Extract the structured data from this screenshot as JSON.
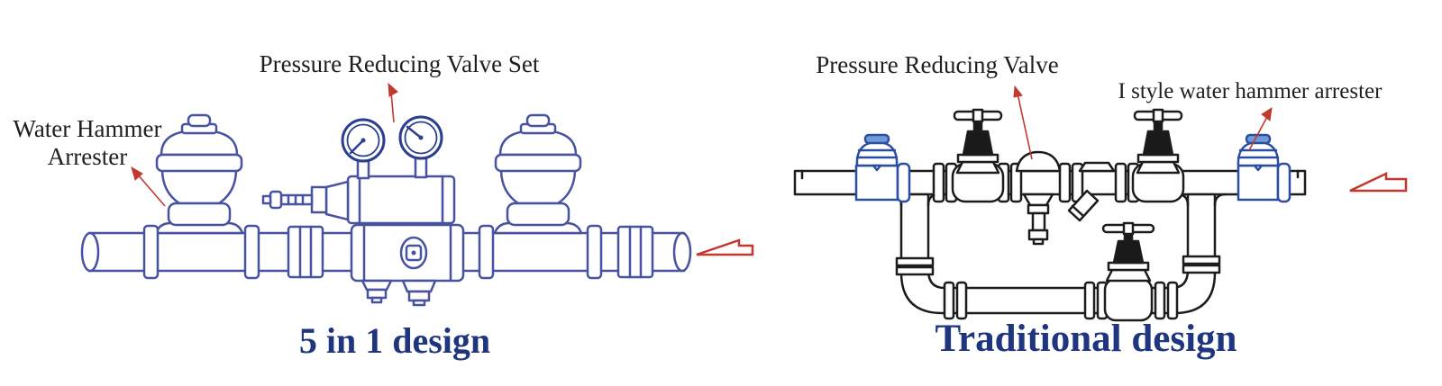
{
  "left_panel": {
    "title": "5 in 1 design",
    "labels": {
      "pressure_reducing_valve_set": "Pressure Reducing Valve Set",
      "water_hammer_arrester_line1": "Water Hammer",
      "water_hammer_arrester_line2": "Arrester"
    },
    "components": [
      "water hammer arrester (left dome)",
      "water hammer arrester (right dome)",
      "pressure reducing valve set with twin gauges and pilot spindle",
      "flanged pipeline with couplings",
      "flow direction arrow pointing left"
    ]
  },
  "right_panel": {
    "title": "Traditional design",
    "labels": {
      "pressure_reducing_valve": "Pressure Reducing Valve",
      "i_style_water_hammer_arrester": "I style water hammer arrester"
    },
    "components": [
      "I style water hammer arrester (left)",
      "I style water hammer arrester (right)",
      "gate valve (left of PRV)",
      "gate valve (right of strainer)",
      "pressure reducing valve",
      "Y strainer",
      "bypass loop with gate valve",
      "flow direction arrow pointing left"
    ]
  },
  "colors": {
    "left_diagram_line": "#47539e",
    "gauge_line": "#2c3e8f",
    "right_diagram_line": "#1c1c1c",
    "arrester_blue": "#2b4ea0",
    "arrester_cap_fill": "#6f9bd8",
    "annotation_red": "#c2392f",
    "title_navy": "#1f357e"
  }
}
